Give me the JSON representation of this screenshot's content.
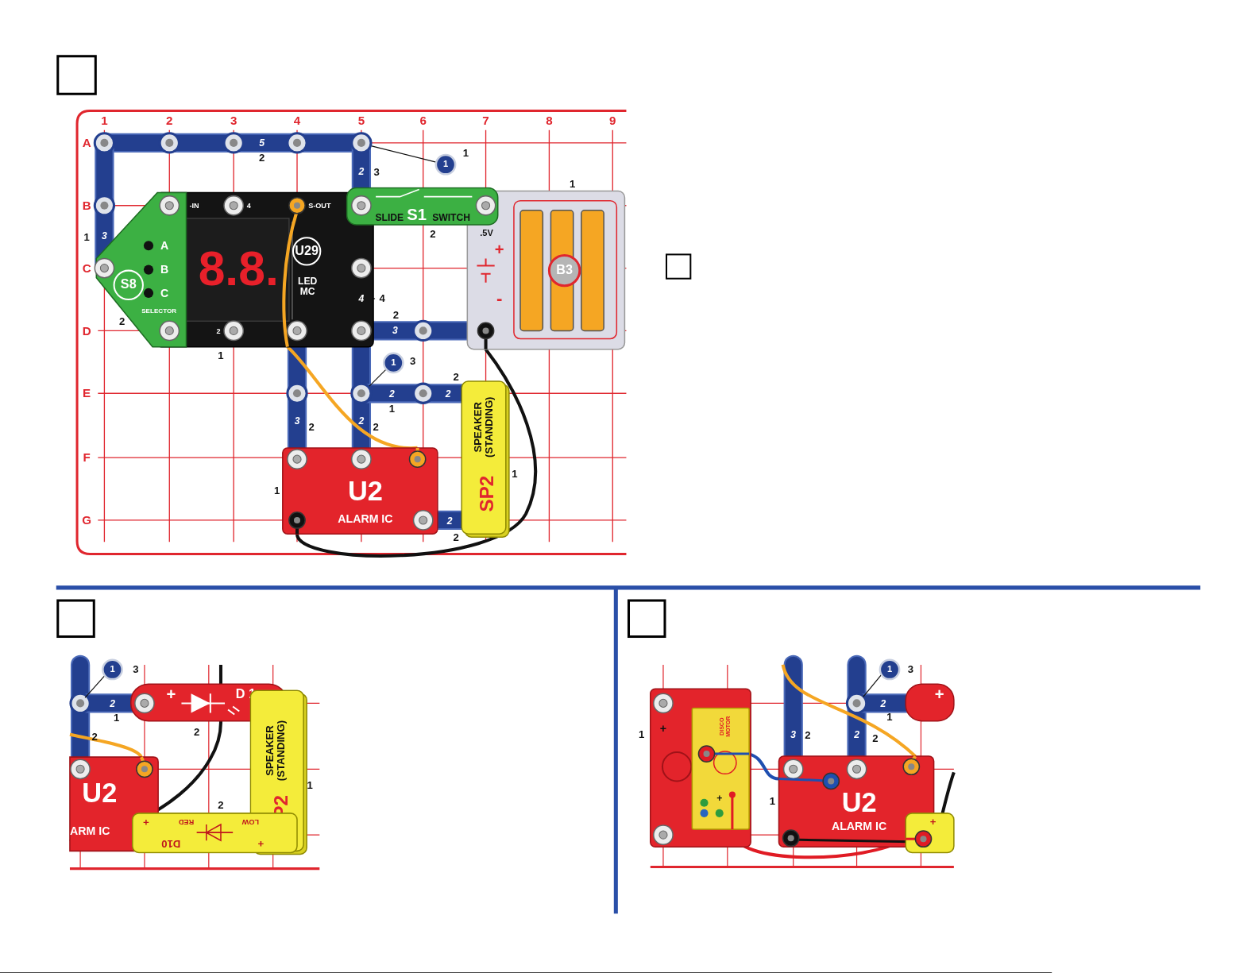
{
  "diagram": {
    "nodes": [
      {
        "text": [
          "8.8.",
          "U29",
          "LED MC",
          "-IN",
          "4",
          "S-OUT",
          "2"
        ]
      },
      {
        "text": [
          "S8",
          "A",
          "B",
          "C",
          "SELECTOR"
        ]
      },
      {
        "text": [
          ".5V",
          "+",
          "-",
          "B3"
        ]
      },
      {
        "text": [
          "SLIDE",
          "S1",
          "SWITCH"
        ]
      },
      {
        "text": [
          "U2",
          "ALARM IC"
        ]
      },
      {
        "text": [
          "SPEAKER (STANDING)",
          "SP2"
        ]
      },
      {
        "text": [
          "+",
          "D 1"
        ]
      },
      {
        "text": [
          "SPEAKER (STANDING)",
          "SP2"
        ]
      },
      {
        "text": [
          "U2",
          "ARM IC"
        ]
      },
      {
        "text": [
          "+",
          "RED",
          "LOW",
          "D10",
          "+"
        ]
      },
      {
        "text": [
          "+"
        ]
      },
      {
        "text": [
          "DISCO MOTOR",
          "+"
        ],
        "in": 10
      },
      {
        "text": [
          "U2",
          "ALARM IC"
        ]
      },
      {
        "text": [
          "+"
        ]
      },
      {
        "text": [
          "+"
        ]
      }
    ],
    "edges": [
      {
        "from": 0,
        "to": 4,
        "arrow": "none"
      },
      {
        "from": 2,
        "to": 4,
        "arrow": "none"
      },
      {
        "from": 11,
        "to": 12,
        "arrow": "none"
      },
      {
        "from": 11,
        "to": 14,
        "arrow": "none"
      }
    ],
    "labels": [
      "1",
      "2",
      "3",
      "4",
      "5",
      "6",
      "7",
      "8",
      "9",
      "A",
      "B",
      "C",
      "D",
      "E",
      "F",
      "G",
      "5",
      "2",
      "1",
      "1",
      "2",
      "3",
      "1",
      "3",
      "1",
      "2",
      "4",
      "4",
      "2",
      "3",
      "2",
      "1",
      "1",
      "3",
      "2",
      "2",
      "2",
      "1",
      "3",
      "2",
      "2",
      "2",
      "1",
      "1",
      "2",
      "2",
      "1",
      "3",
      "2",
      "1",
      "2",
      "2",
      "1",
      "2",
      "1",
      "3",
      "2",
      "2",
      "2",
      "1",
      "3",
      "2",
      "1",
      "1"
    ]
  }
}
